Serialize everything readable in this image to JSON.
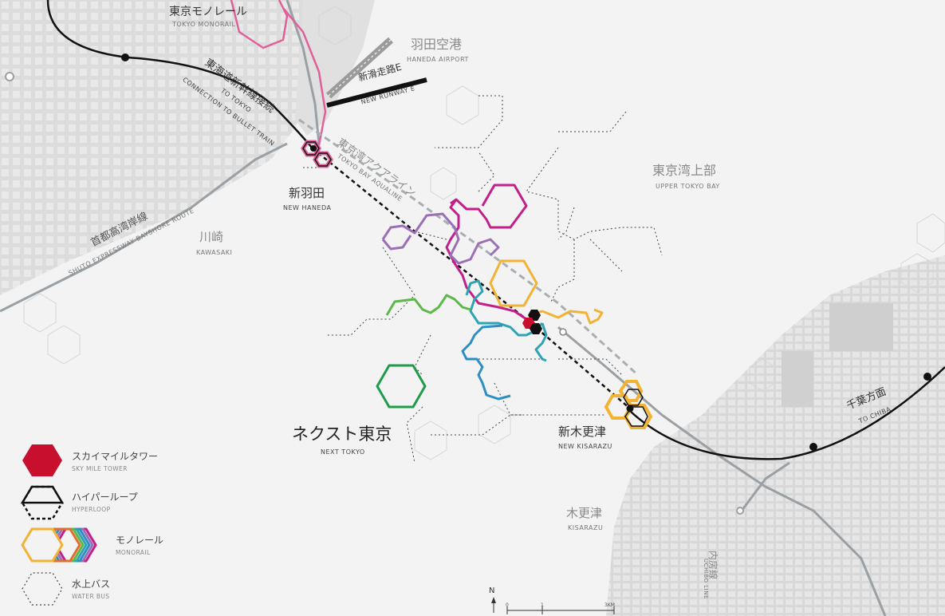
{
  "title": {
    "jp": "ネクスト東京",
    "en": "NEXT TOKYO"
  },
  "places": {
    "tokyo_monorail": {
      "jp": "東京モノレール",
      "en": "TOKYO MONORAIL"
    },
    "haneda_airport": {
      "jp": "羽田空港",
      "en": "HANEDA AIRPORT"
    },
    "new_runway": {
      "jp": "新滑走路E",
      "en": "NEW RUNWAY E"
    },
    "tokaido": {
      "jp": "東海道新幹線接続",
      "en1": "TO TOKYO",
      "en2": "CONNECTION TO BULLET TRAIN"
    },
    "aqualine": {
      "jp": "東京湾アクアライン",
      "en": "TOKYO BAY AQUALINE"
    },
    "new_haneda": {
      "jp": "新羽田",
      "en": "NEW HANEDA"
    },
    "upper_tokyo_bay": {
      "jp": "東京湾上部",
      "en": "UPPER TOKYO BAY"
    },
    "kawasaki": {
      "jp": "川崎",
      "en": "KAWASAKI"
    },
    "shuto": {
      "jp": "首都高湾岸線",
      "en": "SHUTO EXPRESSWAY BAYSHORE ROUTE"
    },
    "new_kisarazu": {
      "jp": "新木更津",
      "en": "NEW KISARAZU"
    },
    "chiba": {
      "jp": "千葉方面",
      "en": "TO CHIBA"
    },
    "kisarazu": {
      "jp": "木更津",
      "en": "KISARAZU"
    },
    "uchibo": {
      "jp": "内房線",
      "en": "UCHIBO LINE"
    }
  },
  "legend": [
    {
      "jp": "スカイマイルタワー",
      "en": "SKY MILE TOWER"
    },
    {
      "jp": "ハイパーループ",
      "en": "HYPERLOOP"
    },
    {
      "jp": "モノレール",
      "en": "MONORAIL"
    },
    {
      "jp": "水上バス",
      "en": "WATER BUS"
    }
  ],
  "scale": {
    "north": "N",
    "ticks": [
      "0",
      "1",
      "3KM"
    ]
  },
  "colors": {
    "sky_mile_tower": "#c8102e",
    "hyperloop": "#111111",
    "monorail_main": "#f2b233",
    "tokyo_monorail": "#e0609a",
    "monorail_lines": [
      "#f2b233",
      "#2fa3b5",
      "#2c8fc4",
      "#c21f8c",
      "#9b6fb5",
      "#5db84a",
      "#1f9b4a"
    ],
    "water_bus": "#444444",
    "land": "#d6d6d6",
    "water": "#f3f3f3"
  }
}
